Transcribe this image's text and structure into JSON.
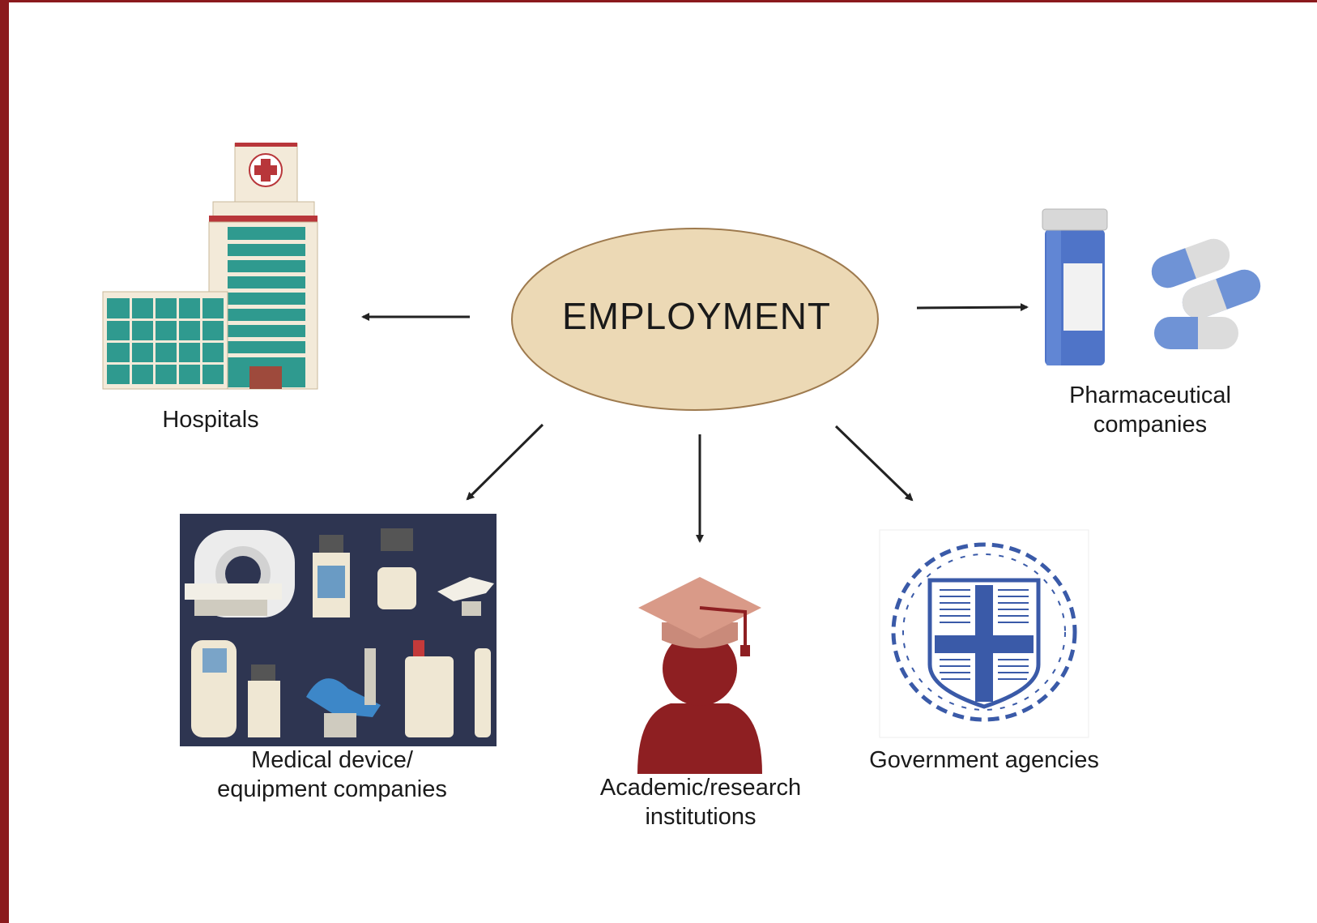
{
  "center": {
    "label": "EMPLOYMENT",
    "fill": "#ecd9b5",
    "stroke": "#9e7a4e"
  },
  "accent": "#8b1a1d",
  "nodes": [
    {
      "id": "hospitals",
      "label": "Hospitals",
      "icon": "hospital-building-icon"
    },
    {
      "id": "pharma",
      "label": "Pharmaceutical\ncompanies",
      "icon": "pill-bottle-capsules-icon"
    },
    {
      "id": "medical-device",
      "label": "Medical device/\nequipment companies",
      "icon": "medical-equipment-icon"
    },
    {
      "id": "academic",
      "label": "Academic/research\ninstitutions",
      "icon": "graduate-cap-icon"
    },
    {
      "id": "government",
      "label": "Government agencies",
      "icon": "coat-of-arms-icon"
    }
  ]
}
